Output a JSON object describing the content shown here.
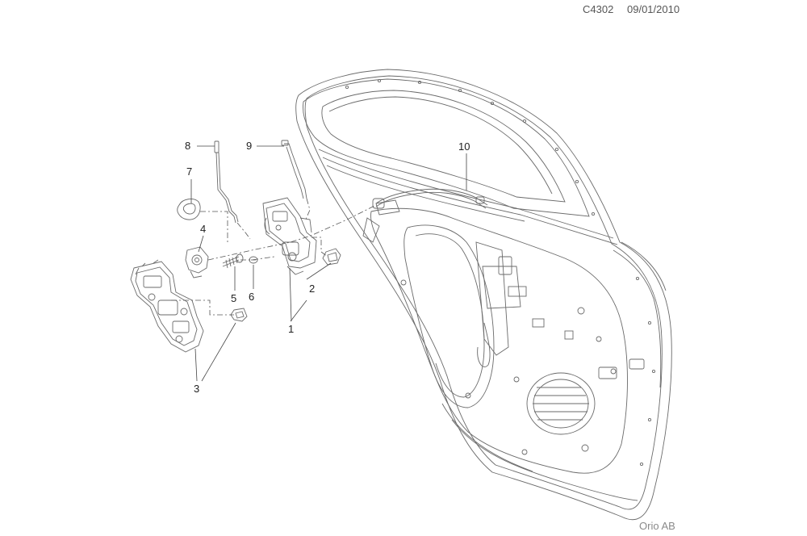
{
  "header": {
    "code": "C4302",
    "date": "09/01/2010"
  },
  "footer": {
    "brand": "Orio AB"
  },
  "callouts": [
    {
      "id": "1",
      "label": "1"
    },
    {
      "id": "2",
      "label": "2"
    },
    {
      "id": "3",
      "label": "3"
    },
    {
      "id": "4",
      "label": "4"
    },
    {
      "id": "5",
      "label": "5"
    },
    {
      "id": "6",
      "label": "6"
    },
    {
      "id": "7",
      "label": "7"
    },
    {
      "id": "8",
      "label": "8"
    },
    {
      "id": "9",
      "label": "9"
    },
    {
      "id": "10",
      "label": "10"
    }
  ]
}
